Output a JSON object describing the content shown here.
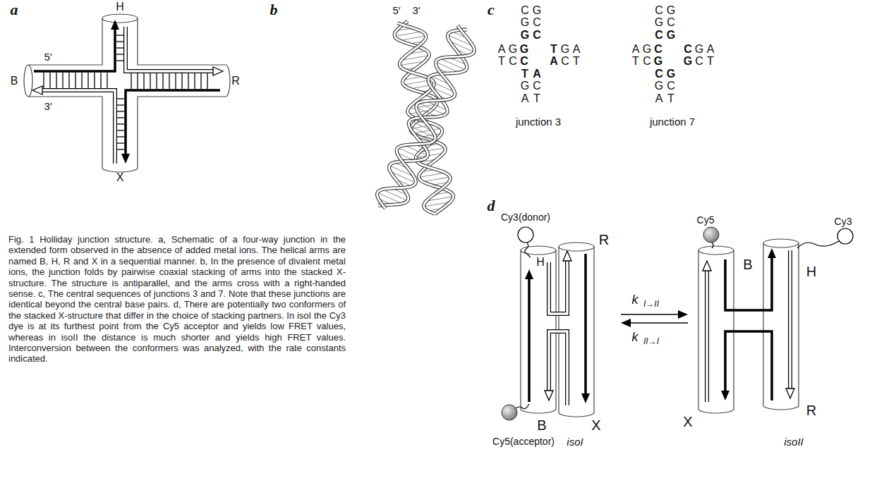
{
  "diagram": {
    "caption": "Fig. 1 Holliday junction structure. a, Schematic of a four-way junction in the extended form observed in the absence of added metal ions. The helical arms are named B, H, R and X in a sequential manner. b, In the presence of divalent metal ions, the junction folds by pairwise coaxial stacking of arms into the stacked X-structure. The structure is antiparallel, and the arms cross with a right-handed sense. c, The central sequences of junctions 3 and 7. Note that these junctions are identical beyond the central base pairs. d, There are potentially two conformers of the stacked X-structure that differ in the choice of stacking partners. In isoI the Cy3 dye is at its furthest point from the Cy5 acceptor and yields low FRET values, whereas in isoII the distance is much shorter and yields high FRET values. Interconversion between the conformers was analyzed, with the rate constants indicated.",
    "labels": [
      "a",
      "H",
      "5′",
      "B",
      "R",
      "3′",
      "X",
      "b",
      "5′",
      "3′",
      "c",
      "junction 3",
      "junction 7",
      "d",
      "Cy3(donor)",
      "H",
      "R",
      "B",
      "X",
      "Cy5(acceptor)",
      "isoI",
      "k",
      "I→II",
      "k",
      "II→I",
      "Cy5",
      "B",
      "H",
      "Cy3",
      "X",
      "R",
      "isoII",
      "C",
      "G",
      "G",
      "C",
      "G",
      "C",
      "A",
      "G",
      "G",
      "T",
      "G",
      "A",
      "T",
      "C",
      "C",
      "A",
      "C",
      "T",
      "T",
      "A",
      "G",
      "C",
      "A",
      "T",
      "C",
      "G",
      "G",
      "C",
      "C",
      "G",
      "A",
      "G",
      "C",
      "C",
      "G",
      "A",
      "T",
      "C",
      "G",
      "G",
      "C",
      "T",
      "C",
      "G",
      "G",
      "C",
      "A",
      "T"
    ]
  }
}
